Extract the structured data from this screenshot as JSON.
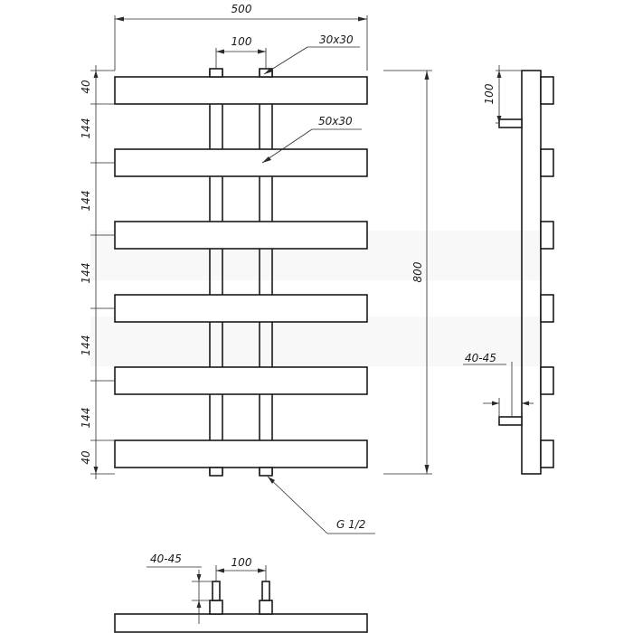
{
  "drawing": {
    "overall_width": "500",
    "pipe_spacing": "100",
    "pipe_section": "30x30",
    "bar_section": "50x30",
    "top_margin": "40",
    "bar_gap": "144",
    "bottom_margin": "40",
    "overall_height": "800",
    "side_offset": "100",
    "wall_distance_side": "40-45",
    "thread": "G 1/2",
    "wall_distance_bottom": "40-45",
    "pipe_spacing_bottom": "100"
  }
}
